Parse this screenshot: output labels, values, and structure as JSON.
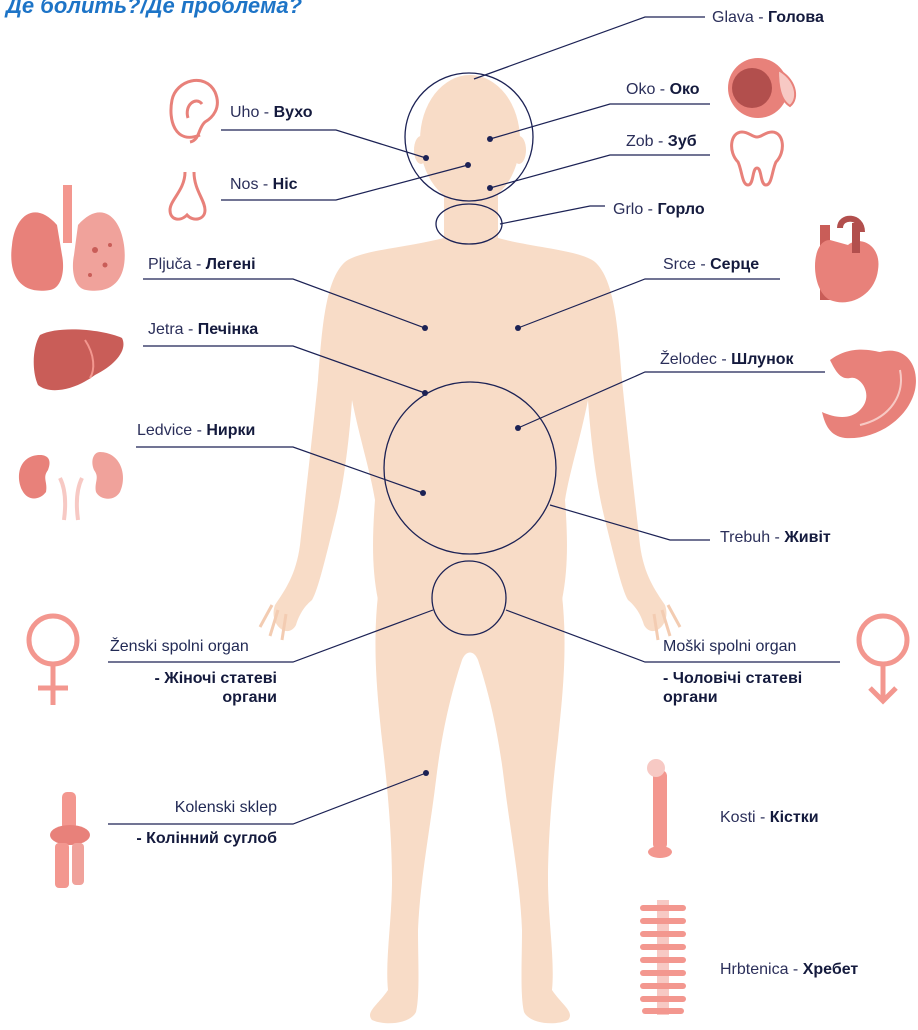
{
  "title": "Де болить?/Де проблема?",
  "separator": " - ",
  "labels": {
    "glava": {
      "lat": "Glava",
      "ua": "Голова"
    },
    "uho": {
      "lat": "Uho",
      "ua": "Вухо"
    },
    "oko": {
      "lat": "Oko",
      "ua": "Око"
    },
    "zob": {
      "lat": "Zob",
      "ua": "Зуб"
    },
    "nos": {
      "lat": "Nos",
      "ua": "Ніс"
    },
    "grlo": {
      "lat": "Grlo",
      "ua": "Горло"
    },
    "pljuca": {
      "lat": "Pljuča",
      "ua": "Легені"
    },
    "srce": {
      "lat": "Srce",
      "ua": "Серце"
    },
    "jetra": {
      "lat": "Jetra",
      "ua": "Печінка"
    },
    "zelodec": {
      "lat": "Želodec",
      "ua": "Шлунок"
    },
    "ledvice": {
      "lat": "Ledvice",
      "ua": "Нирки"
    },
    "trebuh": {
      "lat": "Trebuh",
      "ua": "Живіт"
    },
    "zenski": {
      "lat": "Ženski spolni organ",
      "ua_line1": "- Жіночі статеві",
      "ua_line2": "органи"
    },
    "moski": {
      "lat": "Moški spolni organ",
      "ua_line1": "- Чоловічі статеві",
      "ua_line2": "органи"
    },
    "koleno": {
      "lat": "Kolenski sklep",
      "ua": "- Колінний суглоб"
    },
    "kosti": {
      "lat": "Kosti",
      "ua": "Кістки"
    },
    "hrbtenica": {
      "lat": "Hrbtenica",
      "ua": "Хребет"
    }
  },
  "colors": {
    "skin": "#f8dcc7",
    "organ": "#e8817a",
    "organ_dark": "#c95d58",
    "line": "#1c2255",
    "symbol": "#f3978f"
  }
}
